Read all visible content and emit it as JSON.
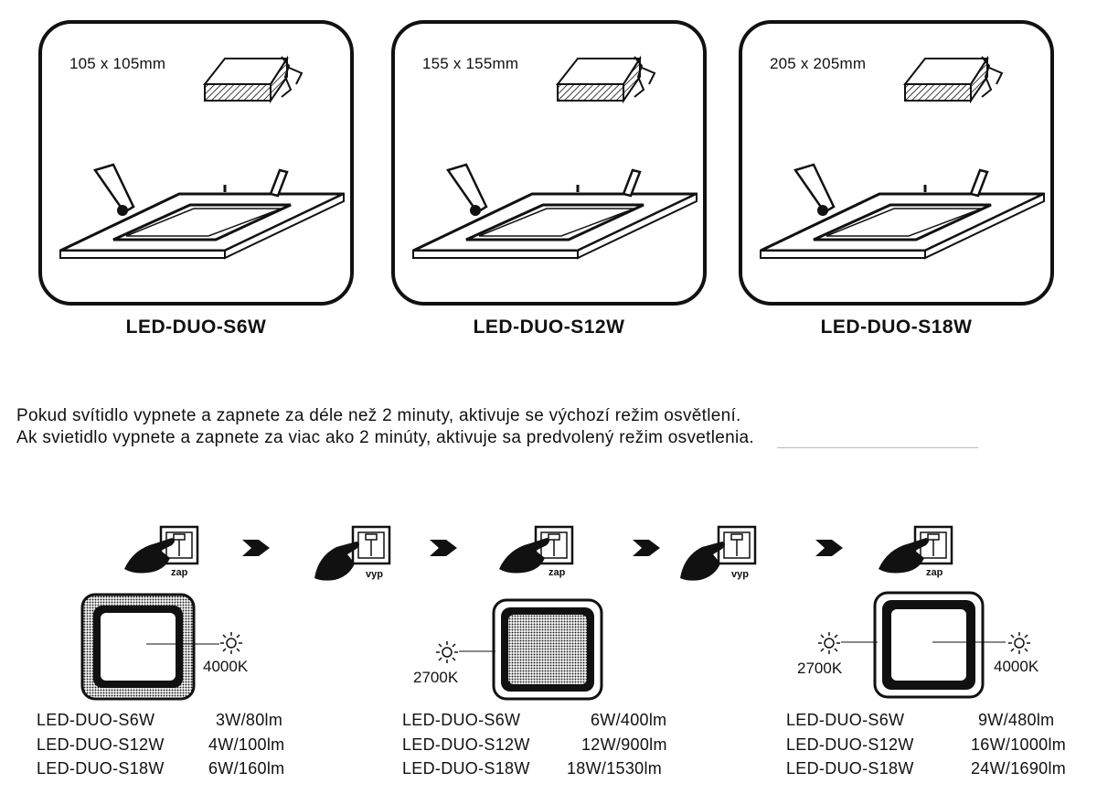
{
  "products": [
    {
      "size": "105 x 105mm",
      "name": "LED-DUO-S6W"
    },
    {
      "size": "155 x 155mm",
      "name": "LED-DUO-S12W"
    },
    {
      "size": "205 x 205mm",
      "name": "LED-DUO-S18W"
    }
  ],
  "notes": {
    "cz": "Pokud svítidlo vypnete a zapnete za déle než 2 minuty, aktivuje se výchozí režim osvětlení.",
    "sk": "Ak svietidlo vypnete a zapnete za viac ako 2 minúty, aktivuje sa predvolený režim osvetlenia."
  },
  "switch_labels": [
    "zap",
    "vyp",
    "zap",
    "vyp",
    "zap"
  ],
  "modes": [
    {
      "kelvin_right": "4000K",
      "specs": [
        {
          "name": "LED-DUO-S6W",
          "value": "3W/80lm"
        },
        {
          "name": "LED-DUO-S12W",
          "value": "4W/100lm"
        },
        {
          "name": "LED-DUO-S18W",
          "value": "6W/160lm"
        }
      ]
    },
    {
      "kelvin_left": "2700K",
      "specs": [
        {
          "name": "LED-DUO-S6W",
          "value": "6W/400lm"
        },
        {
          "name": "LED-DUO-S12W",
          "value": "12W/900lm"
        },
        {
          "name": "LED-DUO-S18W",
          "value": "18W/1530lm"
        }
      ]
    },
    {
      "kelvin_left": "2700K",
      "kelvin_right": "4000K",
      "specs": [
        {
          "name": "LED-DUO-S6W",
          "value": "9W/480lm"
        },
        {
          "name": "LED-DUO-S12W",
          "value": "16W/1000lm"
        },
        {
          "name": "LED-DUO-S18W",
          "value": "24W/1690lm"
        }
      ]
    }
  ],
  "icons": {
    "panel": "led-panel-icon",
    "clip": "mounting-clip-icon",
    "hand": "hand-switch-icon",
    "arrow": "chevron-right-icon",
    "sun": "sun-icon"
  }
}
